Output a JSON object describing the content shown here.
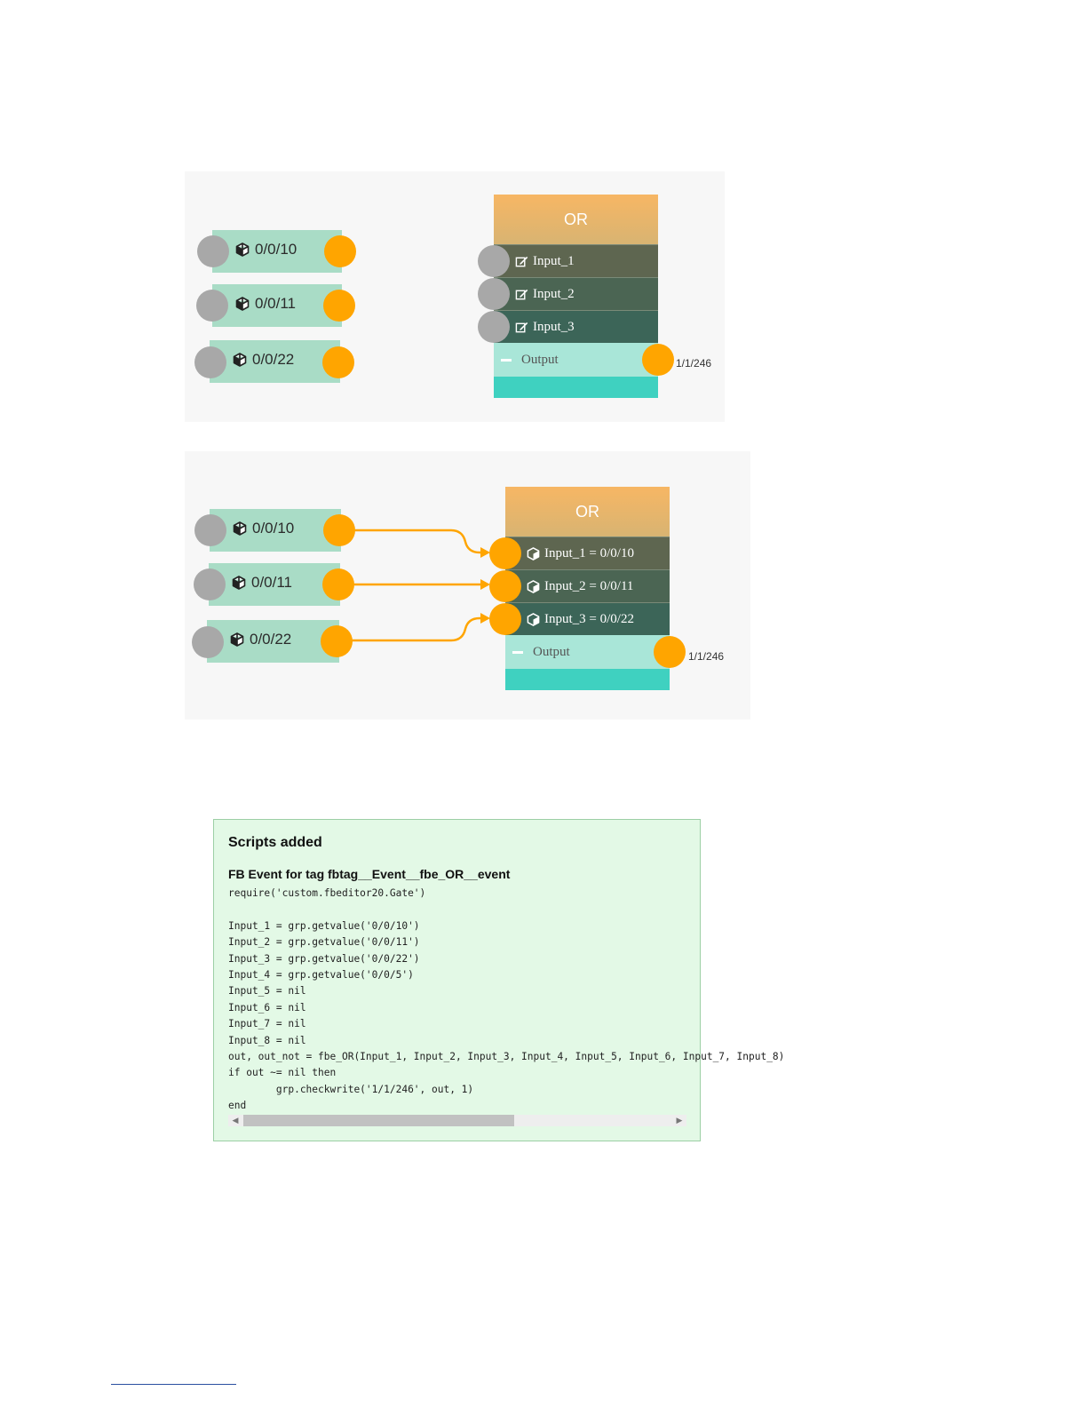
{
  "diagrams": [
    {
      "tags": [
        "0/0/10",
        "0/0/11",
        "0/0/22"
      ],
      "block": {
        "title": "OR",
        "inputs": [
          "Input_1",
          "Input_2",
          "Input_3"
        ],
        "output_label": "Output",
        "output_address": "1/1/246"
      }
    },
    {
      "tags": [
        "0/0/10",
        "0/0/11",
        "0/0/22"
      ],
      "block": {
        "title": "OR",
        "inputs": [
          "Input_1 = 0/0/10",
          "Input_2 = 0/0/11",
          "Input_3 = 0/0/22"
        ],
        "output_label": "Output",
        "output_address": "1/1/246"
      }
    }
  ],
  "scripts": {
    "title": "Scripts added",
    "event_title": "FB Event for tag fbtag__Event__fbe_OR__event",
    "code_lines": [
      "require('custom.fbeditor20.Gate')",
      "",
      "Input_1 = grp.getvalue('0/0/10')",
      "Input_2 = grp.getvalue('0/0/11')",
      "Input_3 = grp.getvalue('0/0/22')",
      "Input_4 = grp.getvalue('0/0/5')",
      "Input_5 = nil",
      "Input_6 = nil",
      "Input_7 = nil",
      "Input_8 = nil",
      "out, out_not = fbe_OR(Input_1, Input_2, Input_3, Input_4, Input_5, Input_6, Input_7, Input_8)",
      "if out ~= nil then",
      "        grp.checkwrite('1/1/246', out, 1)",
      "end"
    ],
    "scroll_position": 0.0
  },
  "colors": {
    "port_connected": "#ffa500",
    "port_empty": "#a8a8a8",
    "tag_background": "#a9dcc6",
    "wire": "#ffa500",
    "scripts_background": "#e3f9e6"
  },
  "icons": {
    "tag": "cube-icon",
    "unbound_input": "edit-icon",
    "bound_input": "cube-icon"
  }
}
